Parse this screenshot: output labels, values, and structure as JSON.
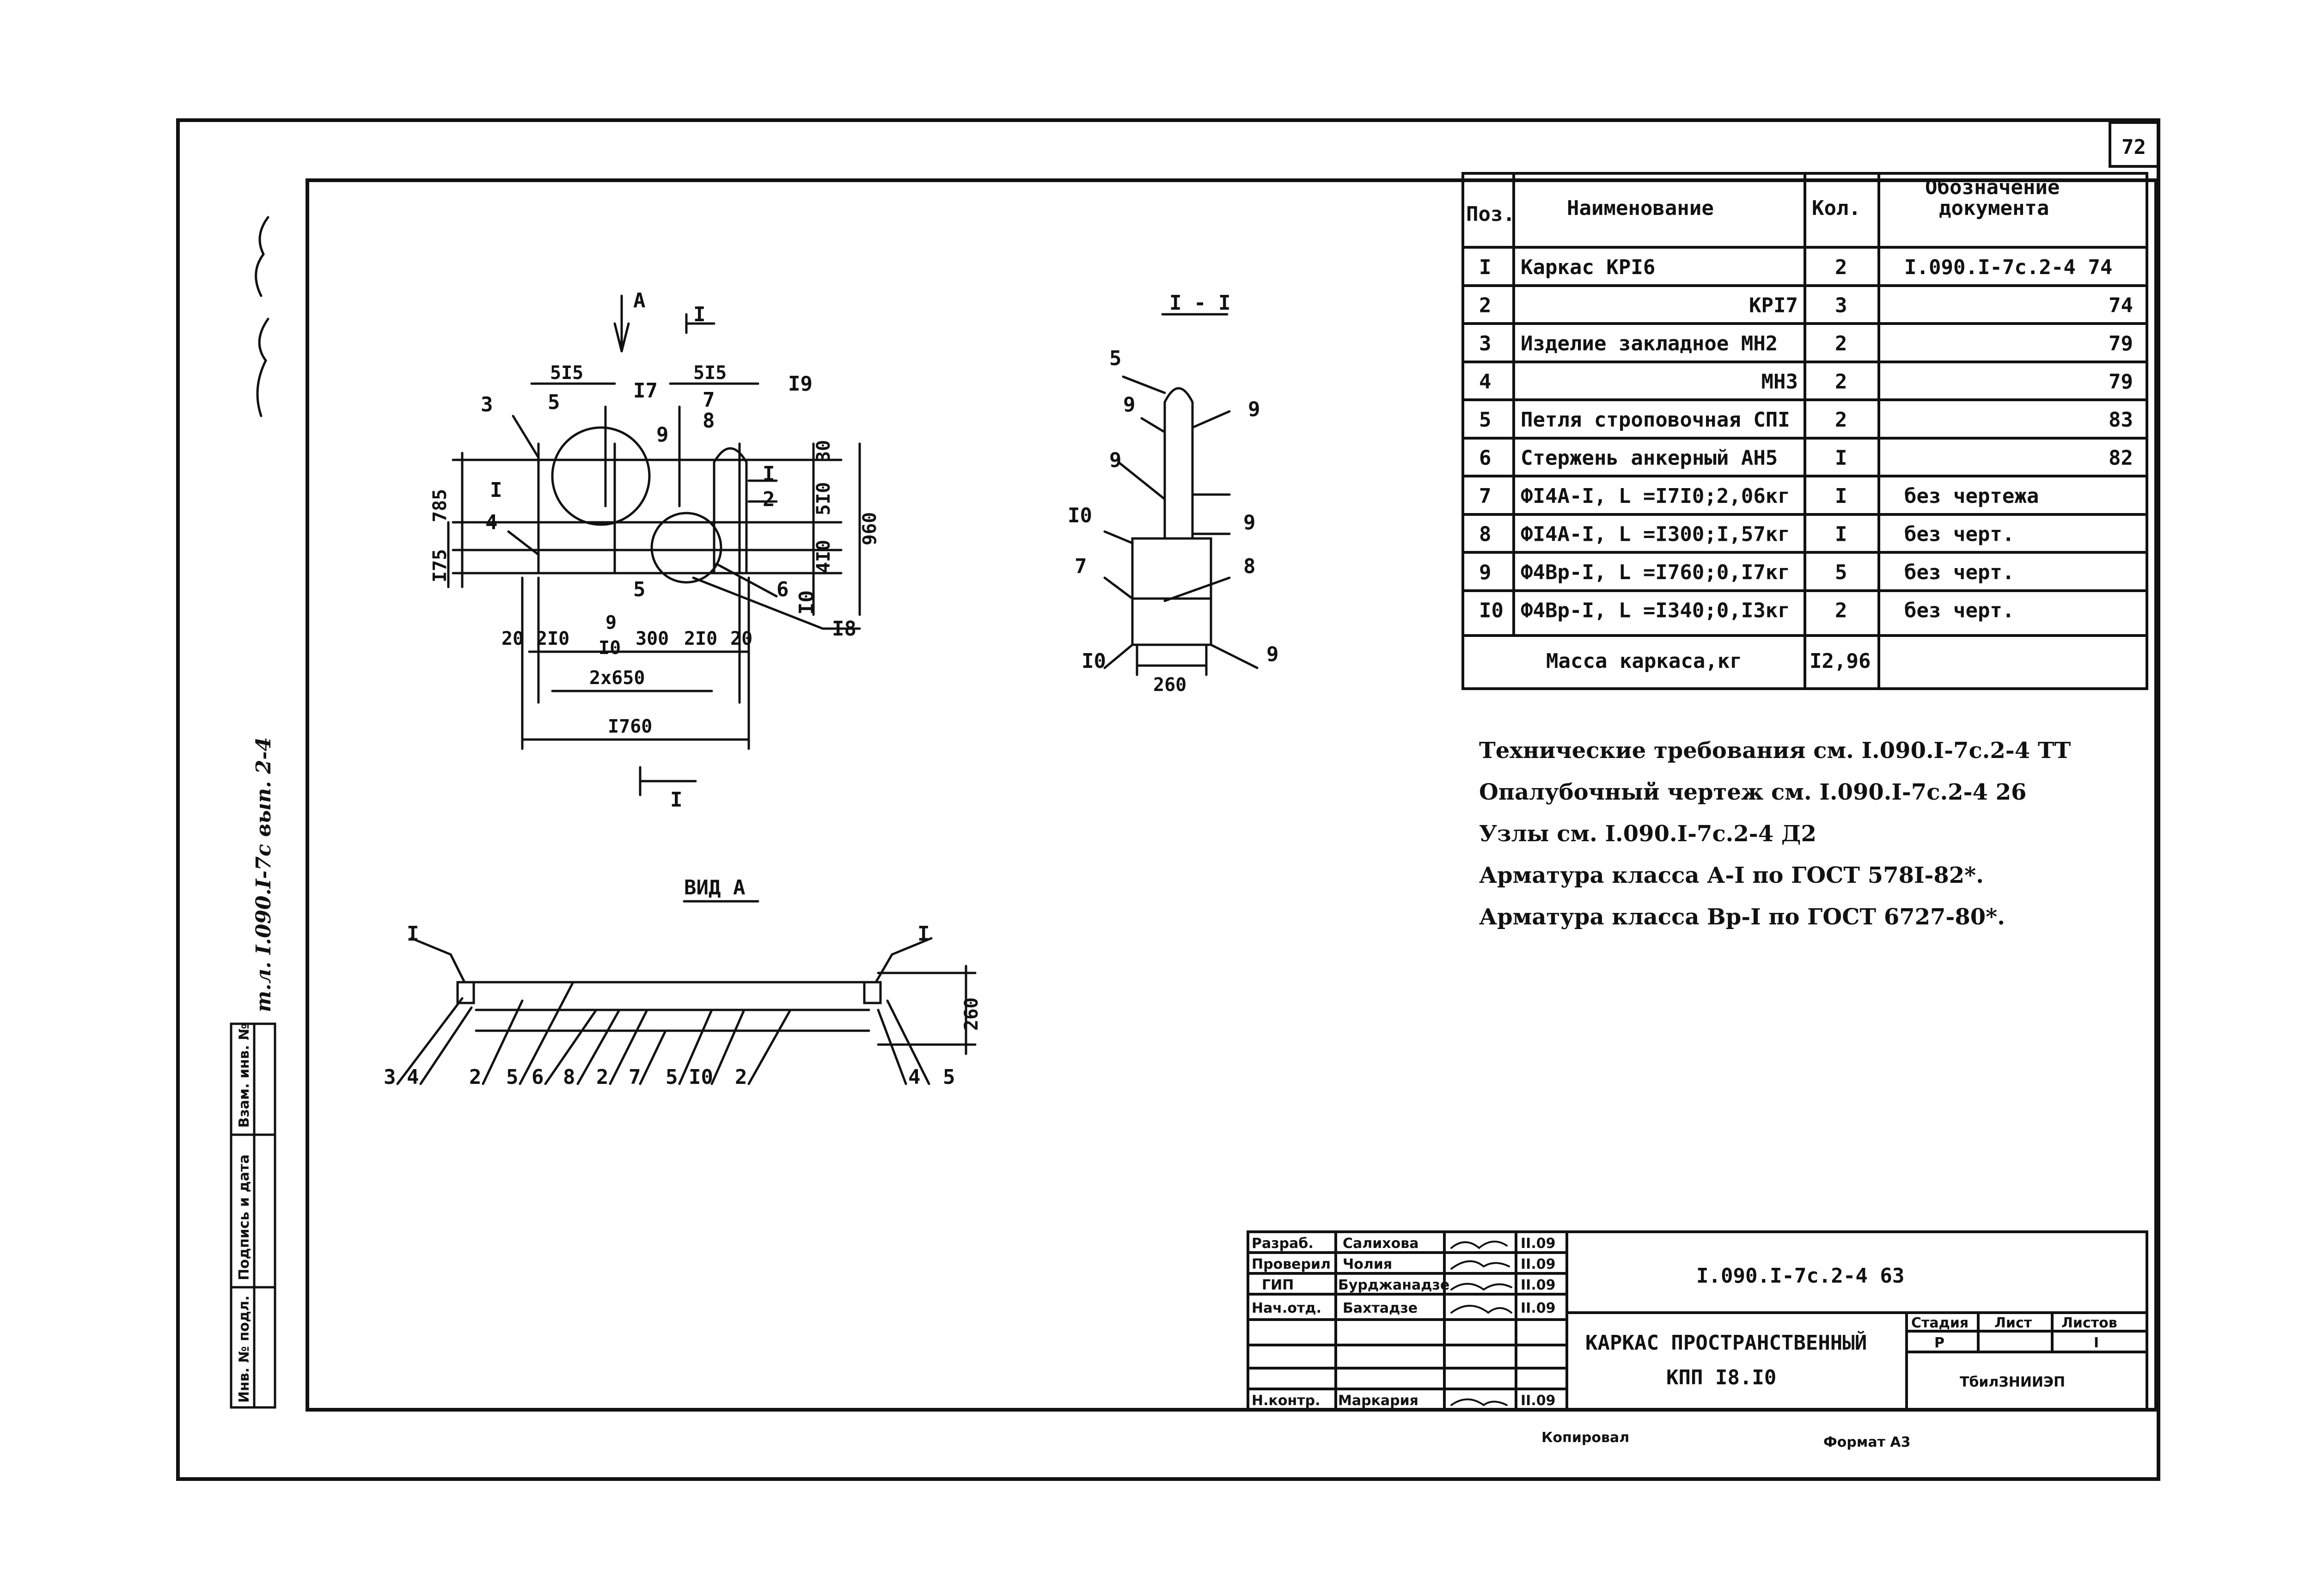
{
  "sheet_number": "72",
  "spec_table": {
    "headers": [
      "Поз.",
      "Наименование",
      "Кол.",
      "Обозначение",
      "документа"
    ],
    "rows": [
      {
        "pos": "I",
        "name": "Каркас КРI6",
        "qty": "2",
        "doc": "I.090.I-7c.2-4 74"
      },
      {
        "pos": "2",
        "name": "КРI7",
        "qty": "3",
        "doc": "74"
      },
      {
        "pos": "3",
        "name": "Изделие закладное МН2",
        "qty": "2",
        "doc": "79"
      },
      {
        "pos": "4",
        "name": "МН3",
        "qty": "2",
        "doc": "79"
      },
      {
        "pos": "5",
        "name": "Петля строповочная СПI",
        "qty": "2",
        "doc": "83"
      },
      {
        "pos": "6",
        "name": "Стержень анкерный АН5",
        "qty": "I",
        "doc": "82"
      },
      {
        "pos": "7",
        "name": "ФI4А-I, L =I7I0;2,06кг",
        "qty": "I",
        "doc": "без чертежа"
      },
      {
        "pos": "8",
        "name": "ФI4А-I, L =I300;I,57кг",
        "qty": "I",
        "doc": "без черт."
      },
      {
        "pos": "9",
        "name": "Ф4Вр-I, L =I760;0,I7кг",
        "qty": "5",
        "doc": "без черт."
      },
      {
        "pos": "I0",
        "name": "Ф4Вр-I, L =I340;0,I3кг",
        "qty": "2",
        "doc": "без черт."
      }
    ],
    "mass_label": "Масса каркаса,кг",
    "mass_value": "I2,96"
  },
  "notes": [
    "Технические требования см. I.090.I-7c.2-4 ТТ",
    "Опалубочный чертеж см. I.090.I-7c.2-4 26",
    "Узлы см. I.090.I-7c.2-4 Д2",
    "Арматура класса А-I по ГОСТ 578I-82*.",
    "Арматура класса Вр-I по ГОСТ 6727-80*."
  ],
  "plan_view": {
    "section_marks": [
      "А",
      "I",
      "I"
    ],
    "dims_top": [
      "5I5",
      "5I5"
    ],
    "dims_bottom": [
      "20",
      "2I0",
      "9",
      "I0",
      "300",
      "2I0",
      "20"
    ],
    "dim_2x650": "2x650",
    "dim_1760": "I760",
    "dims_right": [
      "30",
      "5I0",
      "4I0",
      "960"
    ],
    "dims_left": [
      "785",
      "I75"
    ],
    "callouts": [
      "3",
      "5",
      "I7",
      "7",
      "8",
      "9",
      "I9",
      "I",
      "2",
      "I",
      "4",
      "5",
      "6",
      "I0",
      "I8"
    ]
  },
  "section_view": {
    "title": "I - I",
    "dim_width": "260",
    "callouts_left": [
      "5",
      "9",
      "9",
      "I0",
      "7",
      "I0"
    ],
    "callouts_right": [
      "9",
      "9",
      "8",
      "9"
    ]
  },
  "view_a": {
    "title": "ВИД А",
    "dim_height": "260",
    "section_marks": [
      "I",
      "I"
    ],
    "callouts": [
      "3",
      "4",
      "2",
      "5",
      "6",
      "8",
      "2",
      "7",
      "5",
      "I0",
      "2",
      "4",
      "5"
    ]
  },
  "title_block": {
    "doc_code": "I.090.I-7c.2-4 63",
    "title_line1": "КАРКАС ПРОСТРАНСТВЕННЫЙ",
    "title_line2": "КПП I8.I0",
    "roles": [
      {
        "role": "Разраб.",
        "name": "Салихова",
        "date": "II.09"
      },
      {
        "role": "Проверил",
        "name": "Чолия",
        "date": "II.09"
      },
      {
        "role": "ГИП",
        "name": "Бурджанадзе",
        "date": "II.09"
      },
      {
        "role": "Нач.отд.",
        "name": "Бахтадзе",
        "date": "II.09"
      },
      {
        "role": "Н.контр.",
        "name": "Маркария",
        "date": "II.09"
      }
    ],
    "stage_label": "Стадия",
    "sheet_label": "Лист",
    "sheets_label": "Листов",
    "stage": "Р",
    "sheets": "I",
    "org": "ТбилЗНИИЭП"
  },
  "footer": {
    "copied": "Копировал",
    "format": "Формат А3"
  },
  "side_stamp": {
    "vertical_text": "т.л. I.090.I-7с вып. 2-4",
    "cells": [
      "Инв. № подл.",
      "Подпись и дата",
      "Взам. инв. №"
    ]
  }
}
